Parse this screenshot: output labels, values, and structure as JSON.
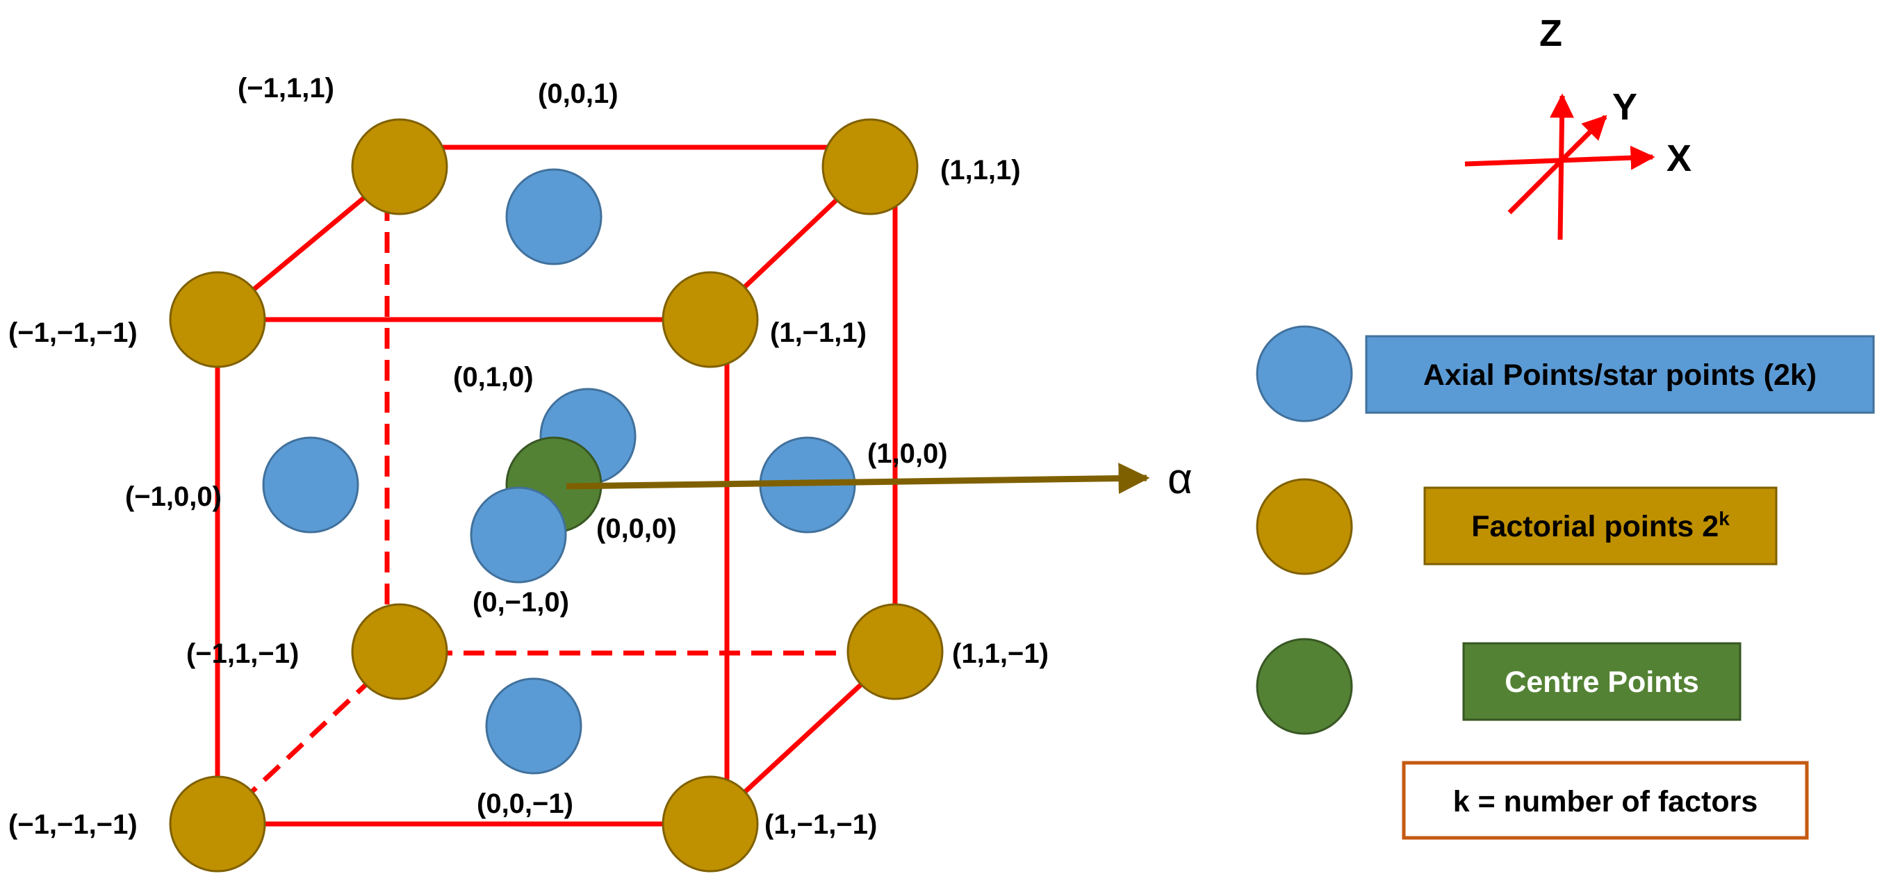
{
  "colors": {
    "edge": "#ff0000",
    "axial": "#5b9bd5",
    "axial_stroke": "#41719c",
    "factorial": "#bf9000",
    "factorial_stroke": "#7f6000",
    "centre": "#548235",
    "centre_stroke": "#385723",
    "alpha_arrow": "#7f6000",
    "note_border": "#c55a11"
  },
  "cube_labels": {
    "top_back_left": "(−1,1,1)",
    "top_center": "(0,0,1)",
    "top_back_right": "(1,1,1)",
    "top_front_left": "(−1,−1,−1)",
    "top_front_right": "(1,−1,1)",
    "axial_y_pos": "(0,1,0)",
    "axial_x_neg": "(−1,0,0)",
    "axial_x_pos": "(1,0,0)",
    "centre": "(0,0,0)",
    "axial_y_neg": "(0,−1,0)",
    "bottom_back_left": "(−1,1,−1)",
    "bottom_back_right": "(1,1,−1)",
    "bottom_front_left": "(−1,−1,−1)",
    "bottom_center": "(0,0,−1)",
    "bottom_front_right": "(1,−1,−1)"
  },
  "alpha_label": "α",
  "axes": {
    "z": "Z",
    "y": "Y",
    "x": "X"
  },
  "legend": {
    "axial": "Axial Points/star points (2k)",
    "factorial_base": "Factorial points 2",
    "factorial_exp": "k",
    "centre": "Centre Points",
    "note": "k = number of factors"
  },
  "icons": {
    "axis_triad": "axis-triad-icon",
    "alpha_arrow": "arrow-right-icon"
  }
}
